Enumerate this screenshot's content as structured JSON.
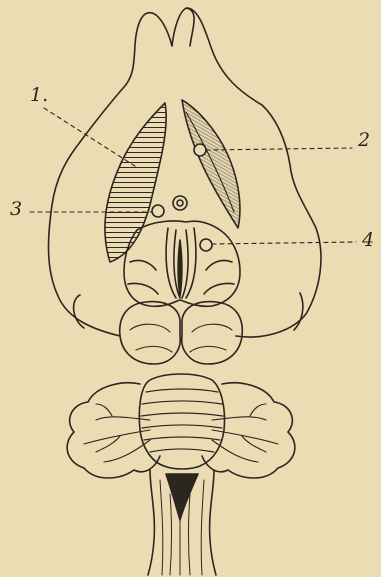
{
  "labels": {
    "one": "1.",
    "two": "2",
    "three": "3",
    "four": "4"
  },
  "colors": {
    "background": "#ebdcb4",
    "ink": "#2c2620"
  }
}
